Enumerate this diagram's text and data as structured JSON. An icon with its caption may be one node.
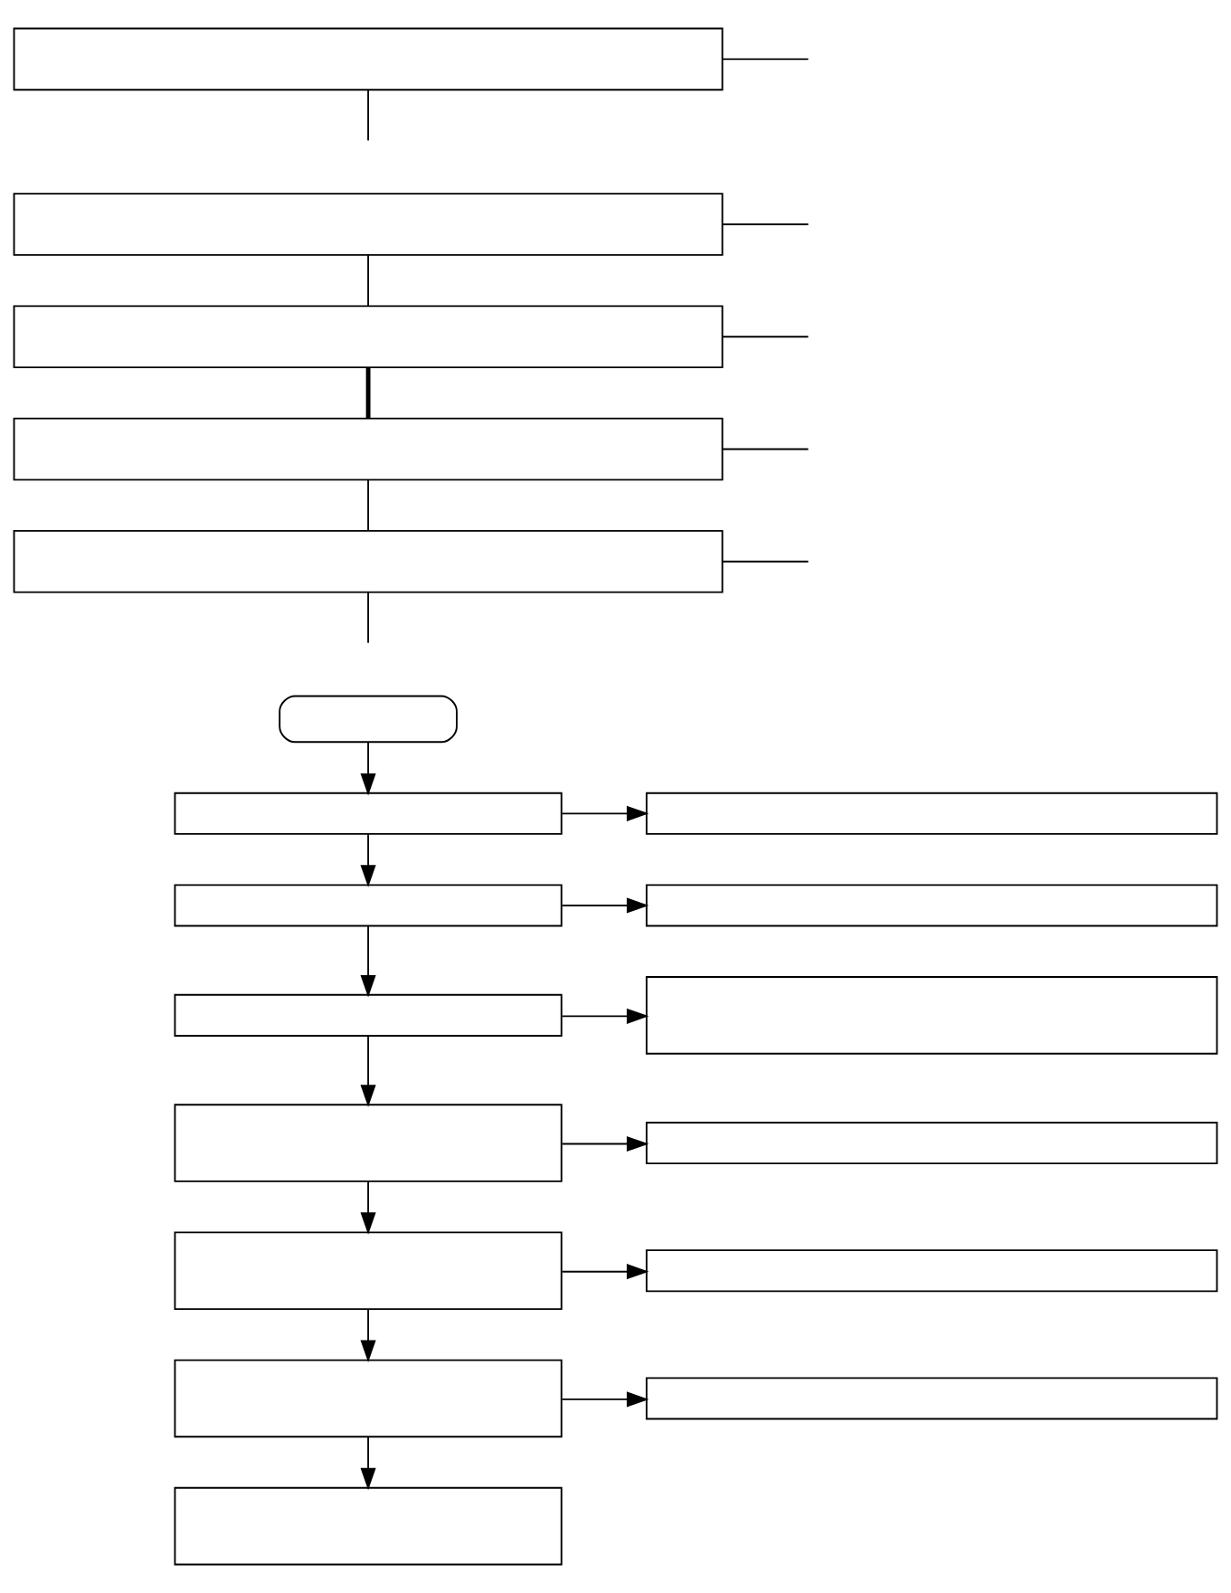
{
  "diagram": {
    "nodes": [
      {
        "text": [],
        "shape": "box"
      },
      {
        "text": [],
        "shape": "box"
      },
      {
        "text": [],
        "shape": "box"
      },
      {
        "text": [],
        "shape": "box"
      },
      {
        "text": [],
        "shape": "box"
      },
      {
        "text": [],
        "shape": "rounded"
      },
      {
        "text": [],
        "shape": "box"
      },
      {
        "text": [],
        "shape": "box"
      },
      {
        "text": [],
        "shape": "box"
      },
      {
        "text": [],
        "shape": "box"
      },
      {
        "text": [],
        "shape": "box"
      },
      {
        "text": [],
        "shape": "box"
      },
      {
        "text": [],
        "shape": "box"
      },
      {
        "text": [],
        "shape": "box"
      },
      {
        "text": [],
        "shape": "box"
      },
      {
        "text": [],
        "shape": "box"
      },
      {
        "text": [],
        "shape": "box"
      },
      {
        "text": [],
        "shape": "box"
      },
      {
        "text": [],
        "shape": "box"
      }
    ],
    "edges": [
      {
        "from": 0,
        "to": null,
        "arrow": "none"
      },
      {
        "from": 0,
        "to": null,
        "arrow": "none"
      },
      {
        "from": 1,
        "to": null,
        "arrow": "none"
      },
      {
        "from": 1,
        "to": 2,
        "arrow": "none"
      },
      {
        "from": 2,
        "to": null,
        "arrow": "none"
      },
      {
        "from": 2,
        "to": 3,
        "arrow": "none",
        "style": "thick"
      },
      {
        "from": 3,
        "to": null,
        "arrow": "none"
      },
      {
        "from": 3,
        "to": 4,
        "arrow": "none"
      },
      {
        "from": 4,
        "to": null,
        "arrow": "none"
      },
      {
        "from": 4,
        "to": null,
        "arrow": "none"
      },
      {
        "from": 5,
        "to": 6,
        "arrow": "to"
      },
      {
        "from": 6,
        "to": 7,
        "arrow": "to"
      },
      {
        "from": 6,
        "to": 8,
        "arrow": "to"
      },
      {
        "from": 8,
        "to": 9,
        "arrow": "to"
      },
      {
        "from": 8,
        "to": 10,
        "arrow": "to"
      },
      {
        "from": 10,
        "to": 11,
        "arrow": "to"
      },
      {
        "from": 10,
        "to": 12,
        "arrow": "to"
      },
      {
        "from": 12,
        "to": 13,
        "arrow": "to"
      },
      {
        "from": 12,
        "to": 14,
        "arrow": "to"
      },
      {
        "from": 14,
        "to": 15,
        "arrow": "to"
      },
      {
        "from": 14,
        "to": 16,
        "arrow": "to"
      },
      {
        "from": 16,
        "to": 17,
        "arrow": "to"
      },
      {
        "from": 16,
        "to": 18,
        "arrow": "to"
      }
    ]
  }
}
